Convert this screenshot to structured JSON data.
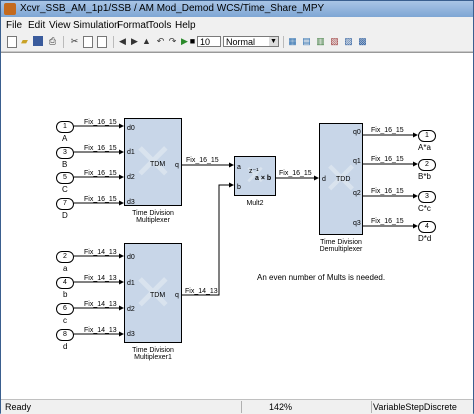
{
  "window": {
    "title": "Xcvr_SSB_AM_1p1/SSB / AM Mod_Demod WCS/Time_Share_MPY"
  },
  "menu": [
    "File",
    "Edit",
    "View",
    "Simulation",
    "Format",
    "Tools",
    "Help"
  ],
  "toolbar": {
    "stop_time": "10",
    "sim_mode": "Normal",
    "sim_mode_arrow": "▼",
    "play": "▶",
    "stop": "■",
    "undo": "↶",
    "redo": "↷"
  },
  "inports": [
    {
      "num": "1",
      "label": "A"
    },
    {
      "num": "3",
      "label": "B"
    },
    {
      "num": "5",
      "label": "C"
    },
    {
      "num": "7",
      "label": "D"
    },
    {
      "num": "2",
      "label": "a"
    },
    {
      "num": "4",
      "label": "b"
    },
    {
      "num": "6",
      "label": "c"
    },
    {
      "num": "8",
      "label": "d"
    }
  ],
  "outports": [
    {
      "num": "1",
      "label": "A*a"
    },
    {
      "num": "2",
      "label": "B*b"
    },
    {
      "num": "3",
      "label": "C*c"
    },
    {
      "num": "4",
      "label": "D*d"
    }
  ],
  "signals": {
    "fix_16_15": "Fix_16_15",
    "fix_14_13": "Fix_14_13"
  },
  "ports": {
    "d0": "d0",
    "d1": "d1",
    "d2": "d2",
    "d3": "d3",
    "q": "q",
    "a": "a",
    "b": "b",
    "d": "d",
    "q0": "q0",
    "q1": "q1",
    "q2": "q2",
    "q3": "q3"
  },
  "blocks": {
    "tdm1": {
      "name": "TDM",
      "caption1": "Time Division",
      "caption2": "Multiplexer"
    },
    "tdm2": {
      "name": "TDM",
      "caption1": "Time Division",
      "caption2": "Multiplexer1"
    },
    "mult": {
      "name": "a × b",
      "latency": "z⁻¹",
      "caption": "Mult2"
    },
    "tdd": {
      "name": "TDD",
      "caption1": "Time Division",
      "caption2": "Demultiplexer"
    }
  },
  "note": "An even number of Mults is needed.",
  "status": {
    "left": "Ready",
    "zoom": "142%",
    "solver": "VariableStepDiscrete"
  }
}
